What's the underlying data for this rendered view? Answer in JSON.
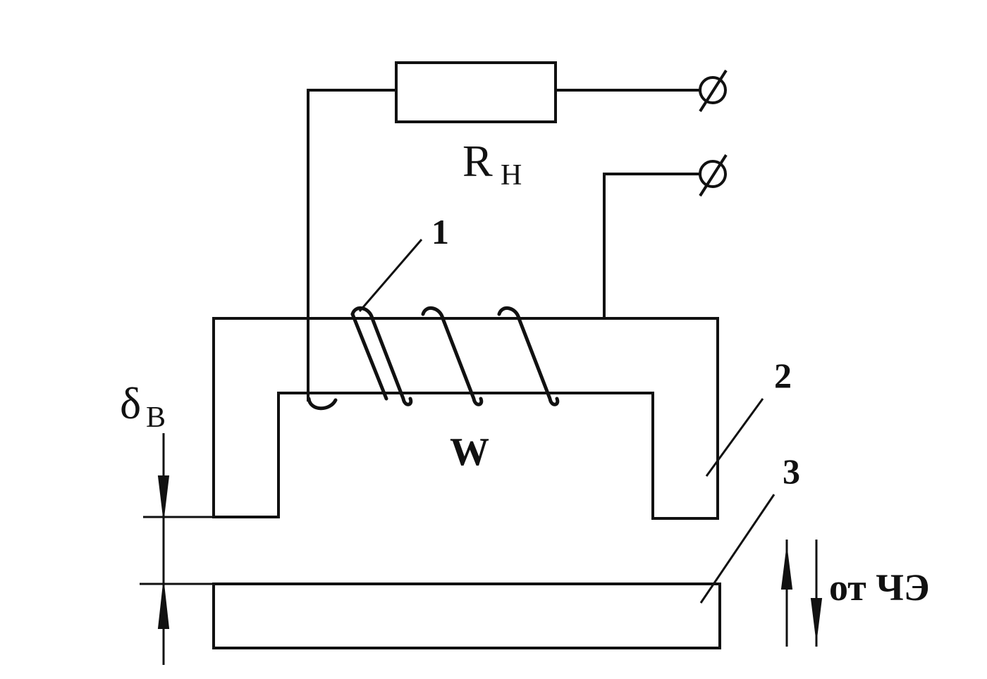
{
  "labels": {
    "load_resistor_main": "R",
    "load_resistor_sub": "H",
    "coil_callout": "1",
    "core_callout": "2",
    "armature_callout": "3",
    "winding": "W",
    "gap_main": "δ",
    "gap_sub": "B",
    "direction": "от ЧЭ"
  },
  "components": {
    "resistor": "load-resistor",
    "terminals": [
      "terminal-top",
      "terminal-bottom"
    ],
    "coil_turns": 3,
    "core": "u-shaped-core",
    "armature": "movable-armature"
  },
  "colors": {
    "ink": "#111111",
    "paper": "#ffffff"
  }
}
